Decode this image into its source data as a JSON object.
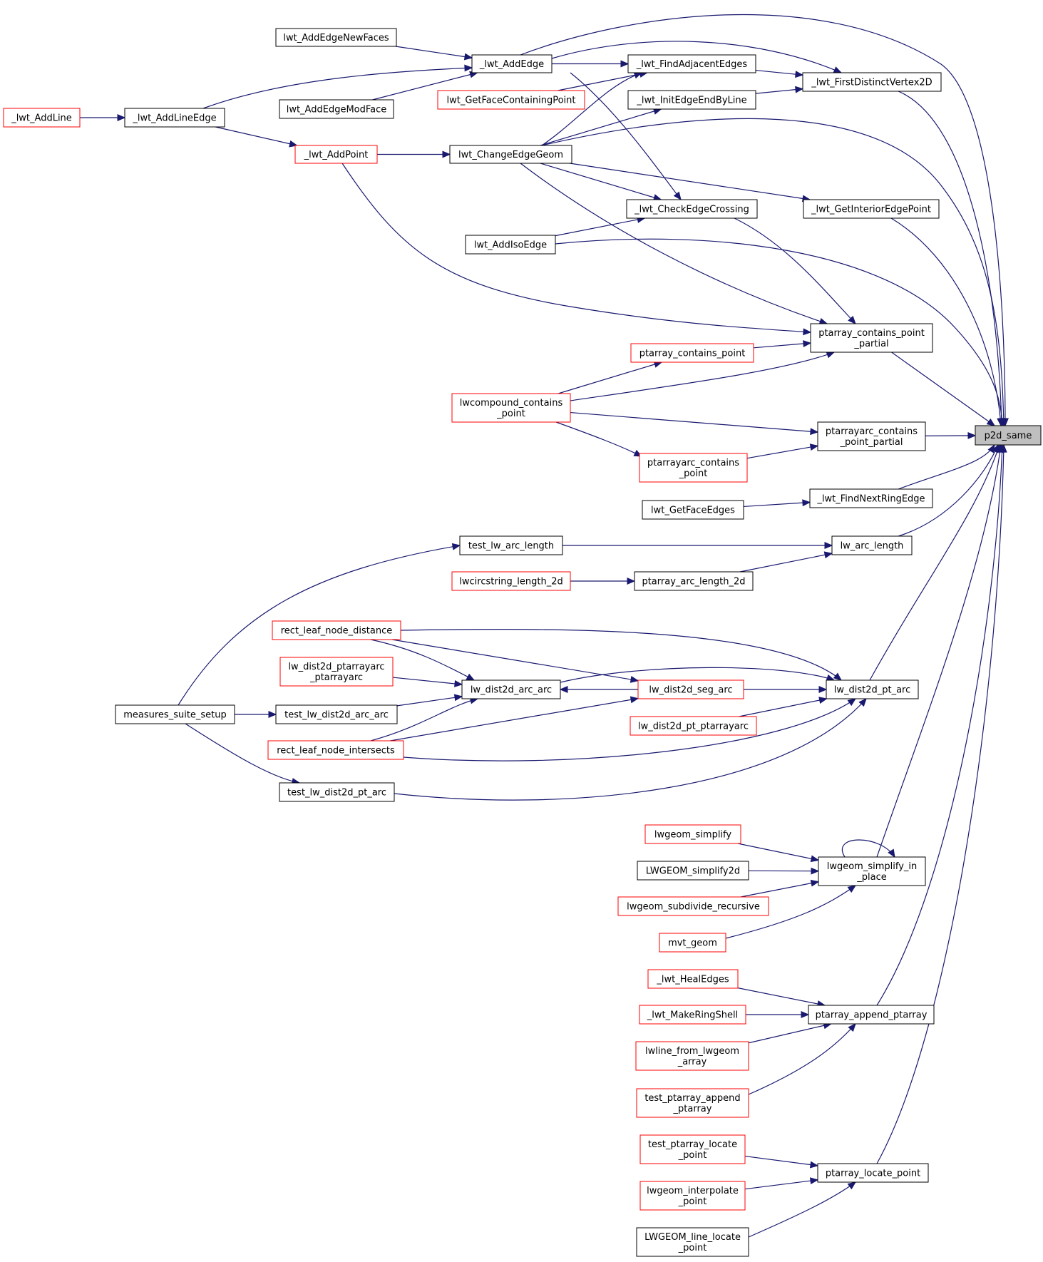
{
  "graph": {
    "rankdir": "right-to-left",
    "colors": {
      "edge": "#191970",
      "node_border_normal": "#000000",
      "node_border_truncated": "#ff0000",
      "root_fill": "#bfbfbf",
      "background": "#ffffff"
    },
    "nodes": [
      {
        "id": "p2d_same",
        "lines": [
          "p2d_same"
        ],
        "style": "root"
      },
      {
        "id": "lwt_AddEdgeNewFaces",
        "lines": [
          "lwt_AddEdgeNewFaces"
        ],
        "style": "normal"
      },
      {
        "id": "_lwt_AddEdge",
        "lines": [
          "_lwt_AddEdge"
        ],
        "style": "normal"
      },
      {
        "id": "_lwt_FindAdjacentEdges",
        "lines": [
          "_lwt_FindAdjacentEdges"
        ],
        "style": "normal"
      },
      {
        "id": "_lwt_FirstDistinctVertex2D",
        "lines": [
          "_lwt_FirstDistinctVertex2D"
        ],
        "style": "normal"
      },
      {
        "id": "lwt_GetFaceContainingPoint",
        "lines": [
          "lwt_GetFaceContainingPoint"
        ],
        "style": "truncated"
      },
      {
        "id": "_lwt_InitEdgeEndByLine",
        "lines": [
          "_lwt_InitEdgeEndByLine"
        ],
        "style": "normal"
      },
      {
        "id": "_lwt_AddLine",
        "lines": [
          "_lwt_AddLine"
        ],
        "style": "truncated"
      },
      {
        "id": "_lwt_AddLineEdge",
        "lines": [
          "_lwt_AddLineEdge"
        ],
        "style": "normal"
      },
      {
        "id": "lwt_AddEdgeModFace",
        "lines": [
          "lwt_AddEdgeModFace"
        ],
        "style": "normal"
      },
      {
        "id": "_lwt_AddPoint",
        "lines": [
          "_lwt_AddPoint"
        ],
        "style": "truncated"
      },
      {
        "id": "lwt_ChangeEdgeGeom",
        "lines": [
          "lwt_ChangeEdgeGeom"
        ],
        "style": "normal"
      },
      {
        "id": "_lwt_CheckEdgeCrossing",
        "lines": [
          "_lwt_CheckEdgeCrossing"
        ],
        "style": "normal"
      },
      {
        "id": "_lwt_GetInteriorEdgePoint",
        "lines": [
          "_lwt_GetInteriorEdgePoint"
        ],
        "style": "normal"
      },
      {
        "id": "lwt_AddIsoEdge",
        "lines": [
          "lwt_AddIsoEdge"
        ],
        "style": "normal"
      },
      {
        "id": "ptarray_contains_point_partial",
        "lines": [
          "ptarray_contains_point",
          "_partial"
        ],
        "style": "normal"
      },
      {
        "id": "ptarray_contains_point",
        "lines": [
          "ptarray_contains_point"
        ],
        "style": "truncated"
      },
      {
        "id": "lwcompound_contains_point",
        "lines": [
          "lwcompound_contains",
          "_point"
        ],
        "style": "truncated"
      },
      {
        "id": "ptarrayarc_contains_point_partial",
        "lines": [
          "ptarrayarc_contains",
          "_point_partial"
        ],
        "style": "normal"
      },
      {
        "id": "ptarrayarc_contains_point",
        "lines": [
          "ptarrayarc_contains",
          "_point"
        ],
        "style": "truncated"
      },
      {
        "id": "_lwt_FindNextRingEdge",
        "lines": [
          "_lwt_FindNextRingEdge"
        ],
        "style": "normal"
      },
      {
        "id": "lwt_GetFaceEdges",
        "lines": [
          "lwt_GetFaceEdges"
        ],
        "style": "normal"
      },
      {
        "id": "test_lw_arc_length",
        "lines": [
          "test_lw_arc_length"
        ],
        "style": "normal"
      },
      {
        "id": "lw_arc_length",
        "lines": [
          "lw_arc_length"
        ],
        "style": "normal"
      },
      {
        "id": "lwcircstring_length_2d",
        "lines": [
          "lwcircstring_length_2d"
        ],
        "style": "truncated"
      },
      {
        "id": "ptarray_arc_length_2d",
        "lines": [
          "ptarray_arc_length_2d"
        ],
        "style": "normal"
      },
      {
        "id": "rect_leaf_node_distance",
        "lines": [
          "rect_leaf_node_distance"
        ],
        "style": "truncated"
      },
      {
        "id": "lw_dist2d_ptarrayarc_ptarrayarc",
        "lines": [
          "lw_dist2d_ptarrayarc",
          "_ptarrayarc"
        ],
        "style": "truncated"
      },
      {
        "id": "lw_dist2d_arc_arc",
        "lines": [
          "lw_dist2d_arc_arc"
        ],
        "style": "normal"
      },
      {
        "id": "lw_dist2d_seg_arc",
        "lines": [
          "lw_dist2d_seg_arc"
        ],
        "style": "truncated"
      },
      {
        "id": "lw_dist2d_pt_arc",
        "lines": [
          "lw_dist2d_pt_arc"
        ],
        "style": "normal"
      },
      {
        "id": "measures_suite_setup",
        "lines": [
          "measures_suite_setup"
        ],
        "style": "normal"
      },
      {
        "id": "test_lw_dist2d_arc_arc",
        "lines": [
          "test_lw_dist2d_arc_arc"
        ],
        "style": "normal"
      },
      {
        "id": "lw_dist2d_pt_ptarrayarc",
        "lines": [
          "lw_dist2d_pt_ptarrayarc"
        ],
        "style": "truncated"
      },
      {
        "id": "rect_leaf_node_intersects",
        "lines": [
          "rect_leaf_node_intersects"
        ],
        "style": "truncated"
      },
      {
        "id": "test_lw_dist2d_pt_arc",
        "lines": [
          "test_lw_dist2d_pt_arc"
        ],
        "style": "normal"
      },
      {
        "id": "lwgeom_simplify",
        "lines": [
          "lwgeom_simplify"
        ],
        "style": "truncated"
      },
      {
        "id": "LWGEOM_simplify2d",
        "lines": [
          "LWGEOM_simplify2d"
        ],
        "style": "normal"
      },
      {
        "id": "lwgeom_simplify_in_place",
        "lines": [
          "lwgeom_simplify_in",
          "_place"
        ],
        "style": "normal"
      },
      {
        "id": "lwgeom_subdivide_recursive",
        "lines": [
          "lwgeom_subdivide_recursive"
        ],
        "style": "truncated"
      },
      {
        "id": "mvt_geom",
        "lines": [
          "mvt_geom"
        ],
        "style": "truncated"
      },
      {
        "id": "_lwt_HealEdges",
        "lines": [
          "_lwt_HealEdges"
        ],
        "style": "truncated"
      },
      {
        "id": "_lwt_MakeRingShell",
        "lines": [
          "_lwt_MakeRingShell"
        ],
        "style": "truncated"
      },
      {
        "id": "ptarray_append_ptarray",
        "lines": [
          "ptarray_append_ptarray"
        ],
        "style": "normal"
      },
      {
        "id": "lwline_from_lwgeom_array",
        "lines": [
          "lwline_from_lwgeom",
          "_array"
        ],
        "style": "truncated"
      },
      {
        "id": "test_ptarray_append_ptarray",
        "lines": [
          "test_ptarray_append",
          "_ptarray"
        ],
        "style": "truncated"
      },
      {
        "id": "test_ptarray_locate_point",
        "lines": [
          "test_ptarray_locate",
          "_point"
        ],
        "style": "truncated"
      },
      {
        "id": "ptarray_locate_point",
        "lines": [
          "ptarray_locate_point"
        ],
        "style": "normal"
      },
      {
        "id": "lwgeom_interpolate_point",
        "lines": [
          "lwgeom_interpolate",
          "_point"
        ],
        "style": "truncated"
      },
      {
        "id": "LWGEOM_line_locate_point",
        "lines": [
          "LWGEOM_line_locate",
          "_point"
        ],
        "style": "normal"
      }
    ],
    "edges": [
      [
        "lwt_AddEdgeNewFaces",
        "_lwt_AddEdge"
      ],
      [
        "_lwt_AddLineEdge",
        "_lwt_AddEdge"
      ],
      [
        "lwt_AddEdgeModFace",
        "_lwt_AddEdge"
      ],
      [
        "_lwt_AddEdge",
        "_lwt_FindAdjacentEdges"
      ],
      [
        "_lwt_AddEdge",
        "_lwt_FirstDistinctVertex2D"
      ],
      [
        "_lwt_AddEdge",
        "p2d_same"
      ],
      [
        "_lwt_AddEdge",
        "_lwt_CheckEdgeCrossing"
      ],
      [
        "_lwt_AddLine",
        "_lwt_AddLineEdge"
      ],
      [
        "_lwt_AddLineEdge",
        "_lwt_AddPoint"
      ],
      [
        "_lwt_AddPoint",
        "lwt_ChangeEdgeGeom"
      ],
      [
        "_lwt_AddPoint",
        "ptarray_contains_point_partial"
      ],
      [
        "lwt_GetFaceContainingPoint",
        "_lwt_FindAdjacentEdges"
      ],
      [
        "lwt_ChangeEdgeGeom",
        "_lwt_FindAdjacentEdges"
      ],
      [
        "lwt_ChangeEdgeGeom",
        "_lwt_InitEdgeEndByLine"
      ],
      [
        "lwt_ChangeEdgeGeom",
        "p2d_same"
      ],
      [
        "lwt_ChangeEdgeGeom",
        "_lwt_CheckEdgeCrossing"
      ],
      [
        "lwt_ChangeEdgeGeom",
        "_lwt_GetInteriorEdgePoint"
      ],
      [
        "lwt_ChangeEdgeGeom",
        "ptarray_contains_point_partial"
      ],
      [
        "_lwt_FindAdjacentEdges",
        "_lwt_FirstDistinctVertex2D"
      ],
      [
        "_lwt_InitEdgeEndByLine",
        "_lwt_FirstDistinctVertex2D"
      ],
      [
        "_lwt_FirstDistinctVertex2D",
        "p2d_same"
      ],
      [
        "lwt_AddIsoEdge",
        "_lwt_CheckEdgeCrossing"
      ],
      [
        "lwt_AddIsoEdge",
        "p2d_same"
      ],
      [
        "_lwt_CheckEdgeCrossing",
        "ptarray_contains_point_partial"
      ],
      [
        "_lwt_GetInteriorEdgePoint",
        "p2d_same"
      ],
      [
        "ptarray_contains_point",
        "ptarray_contains_point_partial"
      ],
      [
        "lwcompound_contains_point",
        "ptarray_contains_point"
      ],
      [
        "lwcompound_contains_point",
        "ptarray_contains_point_partial"
      ],
      [
        "lwcompound_contains_point",
        "ptarrayarc_contains_point_partial"
      ],
      [
        "lwcompound_contains_point",
        "ptarrayarc_contains_point"
      ],
      [
        "ptarrayarc_contains_point",
        "ptarrayarc_contains_point_partial"
      ],
      [
        "ptarray_contains_point_partial",
        "p2d_same"
      ],
      [
        "ptarrayarc_contains_point_partial",
        "p2d_same"
      ],
      [
        "lwt_GetFaceEdges",
        "_lwt_FindNextRingEdge"
      ],
      [
        "_lwt_FindNextRingEdge",
        "p2d_same"
      ],
      [
        "measures_suite_setup",
        "test_lw_arc_length"
      ],
      [
        "test_lw_arc_length",
        "lw_arc_length"
      ],
      [
        "lwcircstring_length_2d",
        "ptarray_arc_length_2d"
      ],
      [
        "ptarray_arc_length_2d",
        "lw_arc_length"
      ],
      [
        "lw_arc_length",
        "p2d_same"
      ],
      [
        "rect_leaf_node_distance",
        "lw_dist2d_arc_arc"
      ],
      [
        "rect_leaf_node_distance",
        "lw_dist2d_seg_arc"
      ],
      [
        "rect_leaf_node_distance",
        "lw_dist2d_pt_arc"
      ],
      [
        "lw_dist2d_ptarrayarc_ptarrayarc",
        "lw_dist2d_arc_arc"
      ],
      [
        "test_lw_dist2d_arc_arc",
        "lw_dist2d_arc_arc"
      ],
      [
        "rect_leaf_node_intersects",
        "lw_dist2d_arc_arc"
      ],
      [
        "lw_dist2d_arc_arc",
        "lw_dist2d_pt_arc"
      ],
      [
        "lw_dist2d_seg_arc",
        "lw_dist2d_arc_arc"
      ],
      [
        "rect_leaf_node_intersects",
        "lw_dist2d_seg_arc"
      ],
      [
        "lw_dist2d_seg_arc",
        "lw_dist2d_pt_arc"
      ],
      [
        "lw_dist2d_pt_ptarrayarc",
        "lw_dist2d_pt_arc"
      ],
      [
        "rect_leaf_node_intersects",
        "lw_dist2d_pt_arc"
      ],
      [
        "test_lw_dist2d_pt_arc",
        "lw_dist2d_pt_arc"
      ],
      [
        "measures_suite_setup",
        "test_lw_dist2d_arc_arc"
      ],
      [
        "measures_suite_setup",
        "test_lw_dist2d_pt_arc"
      ],
      [
        "lw_dist2d_pt_arc",
        "p2d_same"
      ],
      [
        "lwgeom_simplify",
        "lwgeom_simplify_in_place"
      ],
      [
        "LWGEOM_simplify2d",
        "lwgeom_simplify_in_place"
      ],
      [
        "lwgeom_subdivide_recursive",
        "lwgeom_simplify_in_place"
      ],
      [
        "mvt_geom",
        "lwgeom_simplify_in_place"
      ],
      [
        "lwgeom_simplify_in_place",
        "lwgeom_simplify_in_place"
      ],
      [
        "lwgeom_simplify_in_place",
        "p2d_same"
      ],
      [
        "_lwt_HealEdges",
        "ptarray_append_ptarray"
      ],
      [
        "_lwt_MakeRingShell",
        "ptarray_append_ptarray"
      ],
      [
        "lwline_from_lwgeom_array",
        "ptarray_append_ptarray"
      ],
      [
        "test_ptarray_append_ptarray",
        "ptarray_append_ptarray"
      ],
      [
        "ptarray_append_ptarray",
        "p2d_same"
      ],
      [
        "test_ptarray_locate_point",
        "ptarray_locate_point"
      ],
      [
        "lwgeom_interpolate_point",
        "ptarray_locate_point"
      ],
      [
        "LWGEOM_line_locate_point",
        "ptarray_locate_point"
      ],
      [
        "ptarray_locate_point",
        "p2d_same"
      ]
    ]
  }
}
